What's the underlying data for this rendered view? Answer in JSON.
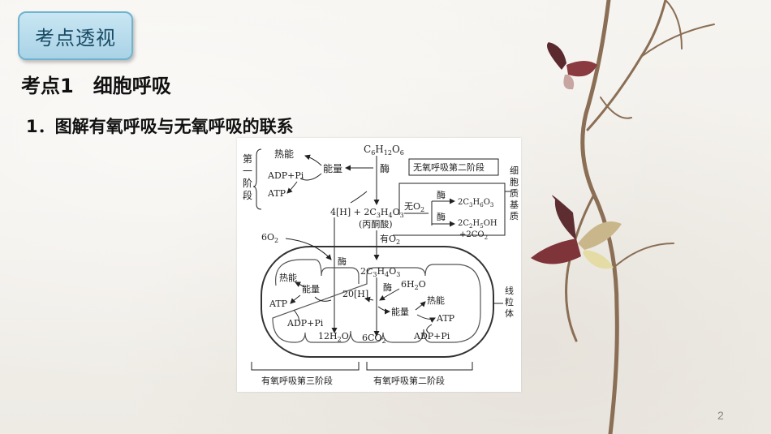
{
  "badge": {
    "label": "考点透视"
  },
  "heading": {
    "num": "考点1",
    "title": "细胞呼吸"
  },
  "subheading": "1．图解有氧呼吸与无氧呼吸的联系",
  "diagram": {
    "stage1_label": [
      "第",
      "一",
      "阶",
      "段"
    ],
    "heat": "热能",
    "energy": "能量",
    "adp": "ADP+Pi",
    "atp": "ATP",
    "enzyme": "酶",
    "glucose": {
      "base": "C",
      "s1": "6",
      "m1": "H",
      "s2": "12",
      "m2": "O",
      "s3": "6"
    },
    "h4": "4[H] + 2C",
    "pyruvate_tail": "H",
    "pyruvate_name": "(丙酮酸)",
    "anaerobic_title": "无氧呼吸第二阶段",
    "no_o2": "无O",
    "lactate": "2C",
    "ethanol": "2C",
    "co2_plus": "+2CO",
    "cytoplasm_label": [
      "细",
      "胞",
      "质",
      "基",
      "质"
    ],
    "has_o2": "有O",
    "o2_6": "6O",
    "h20": "20[H]",
    "h2o_6": "6H",
    "water_12": "12H",
    "co2_6": "6CO",
    "mito_label": [
      "线",
      "粒",
      "体"
    ],
    "stage3_title": "有氧呼吸第三阶段",
    "stage2_title": "有氧呼吸第二阶段"
  },
  "page_number": "2",
  "icons": [
    "dried-branch-icon",
    "butterfly-icon"
  ]
}
